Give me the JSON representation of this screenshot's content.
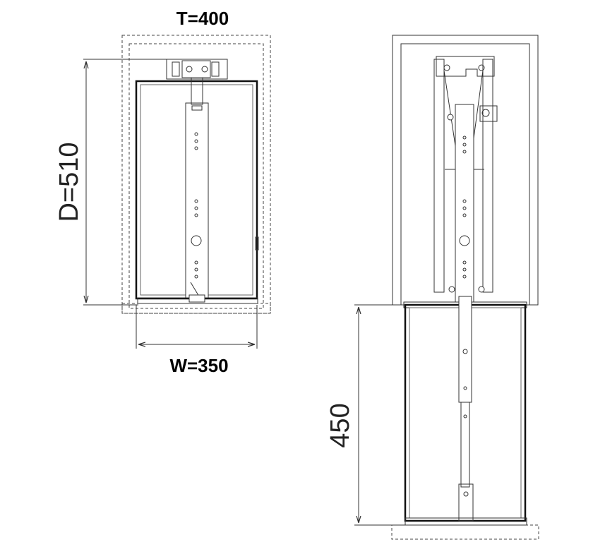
{
  "dimensions": {
    "depth_label": "T=400",
    "height_label": "D=510",
    "width_label": "W=350",
    "extension_label": "450"
  },
  "colors": {
    "line": "#333333",
    "frame": "#111111",
    "background": "#ffffff"
  }
}
